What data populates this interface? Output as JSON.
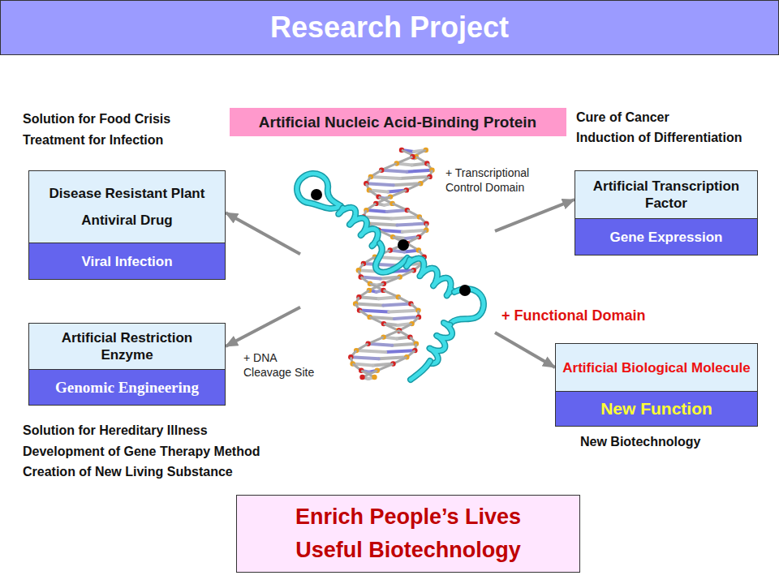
{
  "diagram": {
    "title": "Research Project",
    "nodes": [
      {
        "text": [
          "Artificial Nucleic Acid-Binding Protein"
        ]
      },
      {
        "text": [
          "Disease Resistant Plant",
          "Antiviral Drug"
        ]
      },
      {
        "text": [
          "Viral Infection"
        ]
      },
      {
        "text": [
          "Artificial Transcription Factor"
        ]
      },
      {
        "text": [
          "Gene Expression"
        ]
      },
      {
        "text": [
          "Artificial Restriction Enzyme"
        ]
      },
      {
        "text": [
          "Genomic Engineering"
        ]
      },
      {
        "text": [
          "Artificial Biological Molecule"
        ]
      },
      {
        "text": [
          "New Function"
        ]
      },
      {
        "text": [
          "Enrich People’s Lives",
          "Useful Biotechnology"
        ]
      }
    ],
    "edges": [
      {
        "from": 0,
        "to": 1,
        "arrow": "to"
      },
      {
        "from": 0,
        "to": 3,
        "arrow": "to",
        "label": "+ Transcriptional Control Domain"
      },
      {
        "from": 0,
        "to": 5,
        "arrow": "to",
        "label": "+ DNA Cleavage Site"
      },
      {
        "from": 0,
        "to": 7,
        "arrow": "to",
        "label": "+ Functional Domain"
      }
    ],
    "labels": [
      "Solution for Food Crisis",
      "Treatment for Infection",
      "Cure of Cancer",
      "Induction of Differentiation",
      "Solution for Hereditary Illness",
      "Development of Gene Therapy Method",
      "Creation of New Living Substance",
      "New Biotechnology"
    ]
  }
}
